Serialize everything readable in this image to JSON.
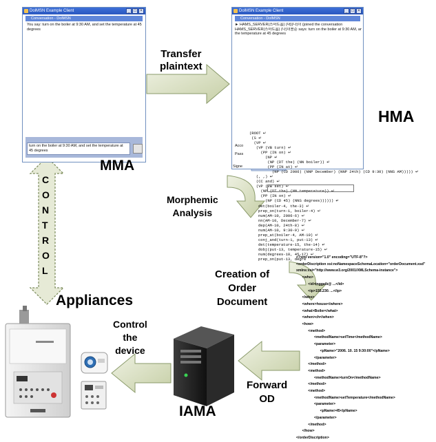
{
  "mma_window": {
    "title": "DolMSN Example Client",
    "conversation_bar": "Conversation - DolMSN",
    "message": "You say: turn on the boiler at 9:30 AM, and set the temperature at 45 degrees",
    "input_text": "turn on the boiler at 9:30 AM, and set the temperature at 45 degrees"
  },
  "hma_window": {
    "title": "DolMSN Example Client",
    "conversation_bar": "Conversation - DolMSN",
    "line1": "► HAMS_SERVER(스마트홈) (대)(나)이 (joined the conversation",
    "line2": "HAMS_SERVER(스마트홈) (나)이용준 says: turn on the boiler at 9:30 AM, and set",
    "line3": "the temperature at 45 degrees",
    "side_labels": [
      "Acco",
      "Pass",
      "Signe"
    ]
  },
  "labels": {
    "transfer": "Transfer\nplaintext",
    "hma": "HMA",
    "mma": "MMA",
    "control_vertical": "CONTROL",
    "morphemic": "Morphemic\nAnalysis",
    "creation": "Creation of\nOrder\nDocument",
    "appliances": "Appliances",
    "control_device": "Control\nthe\ndevice",
    "forward": "Forward\nOD",
    "iama": "IAMA"
  },
  "parse_tree": "(ROOT ↵\n (S ↵\n  (VP ↵\n   (VP (VB turn) ↵\n     (PP (IN on) ↵\n       (NP ↵\n        (NP (DT the) (NN boiler)) ↵\n        (PP (IN at) ↵\n          (NP (CD 2006) (NNP December) (NNP 24th) (CD 9:30) (NNS AM))))) ↵\n   (, ,) ↵\n   (CC and) ↵\n   (VP (VB set) ↵\n     (NP (DT the) (NN temperature)) ↵\n     (PP (IN on) ↵\n       (NP (CD 45) (NNS degrees)))))) ↵",
  "dependencies": "det(boiler-4, the-3) ↵\nprep_on(turn-1, boiler-4) ↵\nnum(AM-10, 2006-6) ↵\nnn(AM-10, December-7) ↵\ndep(AM-10, 24th-8) ↵\nnum(AM-10, 9:30-9) ↵\nprep_at(boiler-4, AM-10) ↵\nconj_and(turn-1, put-13) ↵\ndet(temperature-15, the-14) ↵\ndobj(put-13, temperature-15) ↵\nnum(degrees-18, 45-17) ↵\nprep_on(put-13, degre",
  "xml_doc": "<?xml version=\"1.0\" encoding=\"UTF-8\"?>\n<orderDiscription xsi:noNamespaceSchemaLocation=\"orderDocument.xsd\"\nxmlns:xsi=\"http://www.w3.org/2001/XMLSchema-instance\">\n      <who>\n            <id>inggaib@ ...</id>\n            <ip>155.230. ...</ip>\n      </who>\n      <where>house</where>\n      <what>Boiler</what>\n      <when>ch</when>\n      <how>\n            <method>\n                  <methodName>setTime</methodName>\n                  <parameter>\n                        <pName>\"2006. 10. 15 9:30:00\"</pName>\n                  </parameter>\n            </method>\n            <method>\n                  <methodName>turnOn</methodName>\n            </method>\n            <method>\n                  <methodName>setTemperature</methodName>\n                  <parameter>\n                        <pName>45</pName>\n                  </parameter>\n            </method>\n      </how>\n</orderDiscription>",
  "colors": {
    "arrow_fill": "#d6dcc0",
    "arrow_stroke": "#8a9a6a",
    "window_blue": "#2a57bf"
  }
}
